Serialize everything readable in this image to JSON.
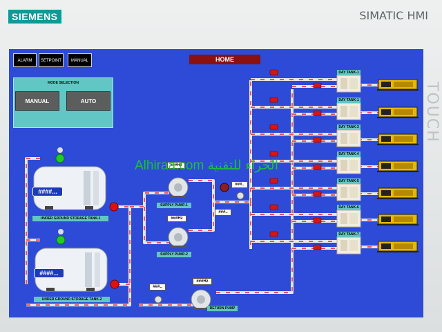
{
  "header": {
    "brand": "SIEMENS",
    "product": "SIMATIC HMI",
    "side_label": "TOUCH"
  },
  "watermark": "Alhiraa.com الحراء للتقنية",
  "toolbar": {
    "alarm": "ALARM",
    "setpoint": "SETPOINT",
    "manual": "MANUAL",
    "home": "HOME"
  },
  "mode_selection": {
    "title": "MODE SELECTION",
    "manual": "MANUAL",
    "auto": "AUTO"
  },
  "tanks": [
    {
      "label": "UNDER GROUND STORAGE TANK-1",
      "value": "####..."
    },
    {
      "label": "UNDER GROUND STORAGE TANK-2",
      "value": "####..."
    }
  ],
  "pumps": {
    "supply_pump_1": {
      "label": "SUPPLY PUMP-1",
      "freq": "###Hz"
    },
    "supply_pump_2": {
      "label": "SUPPLY PUMP-2",
      "freq": "###Hz"
    },
    "return_pump": {
      "label": "RETURN PUMP",
      "freq": "###Hz"
    }
  },
  "readouts": {
    "flow_top": "###..",
    "flow_bottom": "###..",
    "return_flow": "###.."
  },
  "day_tanks": [
    "DAY TANK-1",
    "DAY TANK-1",
    "DAY TANK-3",
    "DAY TANK-4",
    "DAY TANK-5",
    "DAY TANK-6",
    "DAY TANK-7"
  ],
  "colors": {
    "screen_bg": "#2d4bd6",
    "brand": "#0f9a98",
    "home": "#8b1010",
    "valve_on": "#22cc22",
    "valve_off": "#e01010",
    "generator": "#e8b800"
  }
}
